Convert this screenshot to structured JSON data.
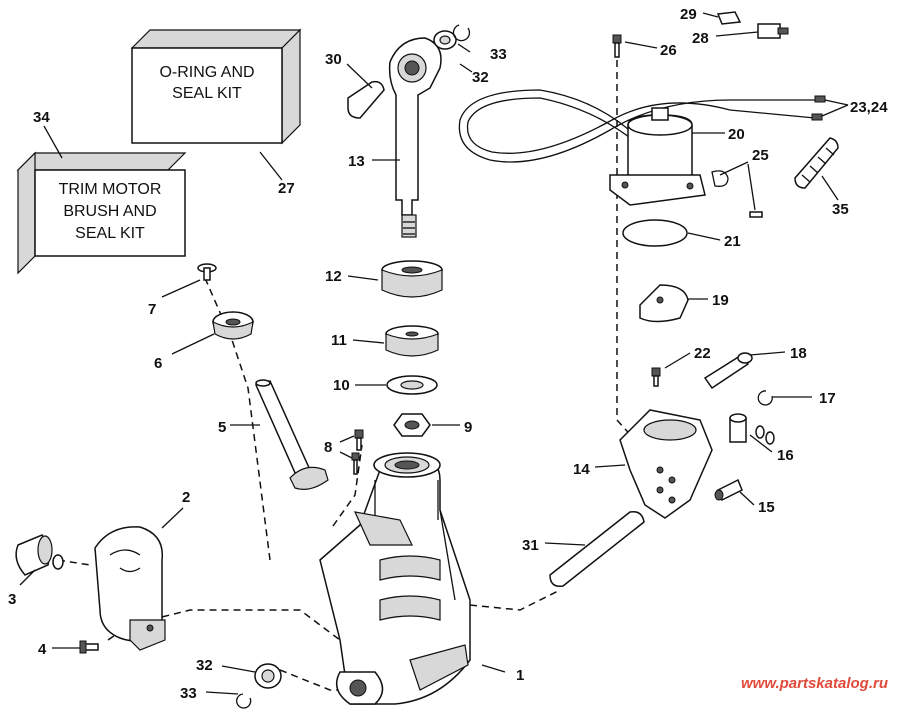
{
  "kits": [
    {
      "number": "27",
      "lines": [
        "O-RING AND",
        "SEAL KIT"
      ]
    },
    {
      "number": "34",
      "lines": [
        "TRIM MOTOR",
        "BRUSH AND",
        "SEAL KIT"
      ]
    }
  ],
  "callouts": [
    "1",
    "2",
    "3",
    "4",
    "5",
    "6",
    "7",
    "8",
    "9",
    "10",
    "11",
    "12",
    "13",
    "14",
    "15",
    "16",
    "17",
    "18",
    "19",
    "20",
    "21",
    "22",
    "23,24",
    "25",
    "26",
    "28",
    "29",
    "30",
    "31",
    "32",
    "32",
    "33",
    "33",
    "35"
  ],
  "watermark": "www.partskatalog.ru",
  "colors": {
    "line": "#111111",
    "shade": "#d8d8d8",
    "watermark": "#e04a3a"
  }
}
